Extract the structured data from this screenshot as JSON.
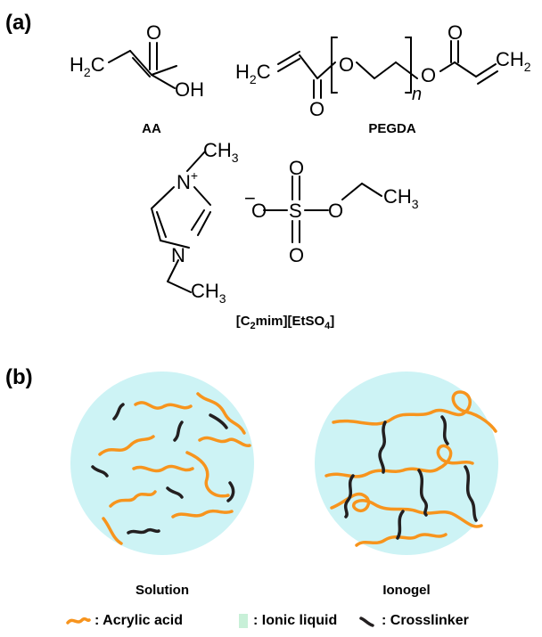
{
  "panel_a_label": "(a)",
  "panel_b_label": "(b)",
  "molecules": {
    "aa_caption": "AA",
    "pegda_caption": "PEGDA",
    "il_caption_main": "[C",
    "il_caption_sub1": "2",
    "il_caption_mid": "mim][EtSO",
    "il_caption_sub2": "4",
    "il_caption_end": "]"
  },
  "atoms": {
    "h2c": "H",
    "h2c_sub": "2",
    "c": "C",
    "o": "O",
    "oh": "OH",
    "ch2": "CH",
    "ch2_sub": "2",
    "n_sub": "n",
    "n": "N",
    "n_plus": "+",
    "ch3": "CH",
    "ch3_sub": "3",
    "s": "S",
    "minus": "−"
  },
  "circles": {
    "solution_label": "Solution",
    "ionogel_label": "Ionogel"
  },
  "legend": {
    "acrylic_acid": ": Acrylic acid",
    "ionic_liquid": ": Ionic liquid",
    "crosslinker": ": Crosslinker"
  },
  "colors": {
    "acrylic_acid": "#f7941d",
    "ionic_liquid": "#cdf3f5",
    "legend_ionic_liquid": "#c8f0d8",
    "crosslinker": "#231f20"
  }
}
